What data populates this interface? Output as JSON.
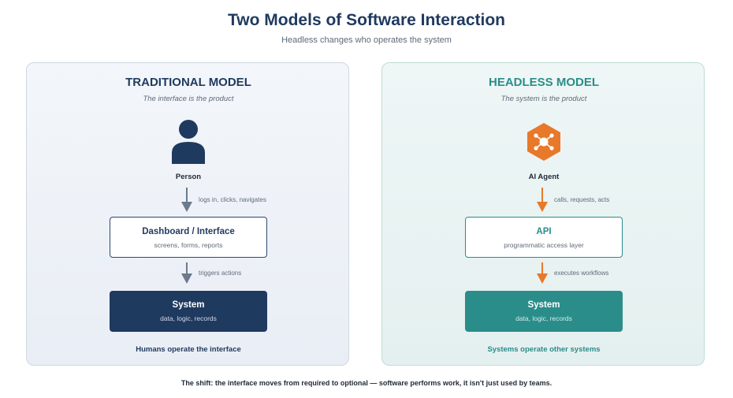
{
  "title": "Two Models of Software Interaction",
  "subtitle": "Headless changes who operates the system",
  "colors": {
    "navy": "#1f3a5f",
    "teal": "#2a8d8a",
    "orange": "#e8782a",
    "slate_arrow": "#6b7a8d"
  },
  "traditional": {
    "title": "TRADITIONAL MODEL",
    "tagline": "The interface is the product",
    "actor_icon": "person-icon",
    "actor_label": "Person",
    "arrow1_label": "logs in, clicks, navigates",
    "middle_title": "Dashboard / Interface",
    "middle_desc": "screens, forms, reports",
    "arrow2_label": "triggers actions",
    "system_title": "System",
    "system_desc": "data, logic, records",
    "footer": "Humans operate the interface"
  },
  "headless": {
    "title": "HEADLESS MODEL",
    "tagline": "The system is the product",
    "actor_icon": "ai-agent-hexagon-icon",
    "actor_label": "AI Agent",
    "arrow1_label": "calls, requests, acts",
    "middle_title": "API",
    "middle_desc": "programmatic access layer",
    "arrow2_label": "executes workflows",
    "system_title": "System",
    "system_desc": "data, logic, records",
    "footer": "Systems operate other systems"
  },
  "bottom_note": "The shift: the interface moves from required to optional — software performs work, it isn't just used by teams."
}
